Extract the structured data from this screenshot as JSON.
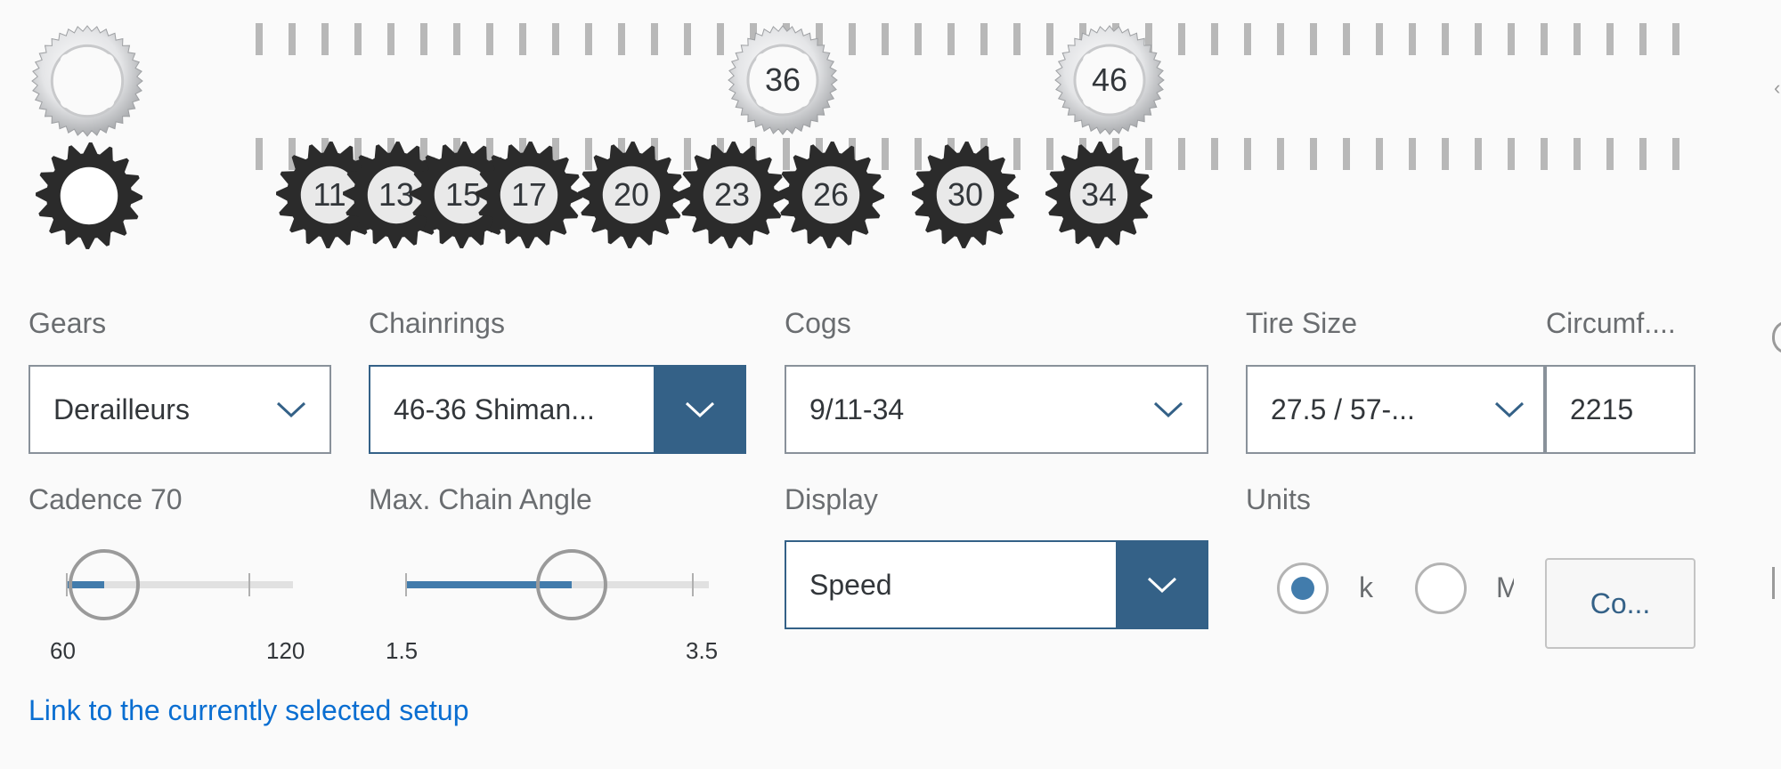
{
  "colors": {
    "accent": "#346187",
    "link": "#0a6ed1",
    "label": "#6a6d70",
    "chainring": "#d9dadc",
    "cog": "#2b2b2b"
  },
  "drivetrain": {
    "chainring_icon": "chainring-outline-icon",
    "cog_icon": "cog-outline-icon",
    "chainrings": [
      "36",
      "46"
    ],
    "cogs": [
      "11",
      "13",
      "15",
      "17",
      "20",
      "23",
      "26",
      "30",
      "34"
    ]
  },
  "form": {
    "gears": {
      "label": "Gears",
      "value": "Derailleurs"
    },
    "chainrings": {
      "label": "Chainrings",
      "value": "46-36 Shiman..."
    },
    "cogs": {
      "label": "Cogs",
      "value": "9/11-34"
    },
    "tire_size": {
      "label": "Tire Size",
      "value": "27.5 / 57-..."
    },
    "circumference": {
      "label": "Circumf....",
      "value": "2215"
    },
    "cadence": {
      "label": "Cadence 70",
      "min": "60",
      "max": "120",
      "value": 70
    },
    "chain_angle": {
      "label": "Max. Chain Angle",
      "min": "1.5",
      "max": "3.5",
      "value": 2.6
    },
    "display": {
      "label": "Display",
      "value": "Speed"
    },
    "units": {
      "label": "Units",
      "option1": "k",
      "option2": "M",
      "selected": "k"
    },
    "compare_button": "Co...",
    "link": "Link to the currently selected setup"
  }
}
